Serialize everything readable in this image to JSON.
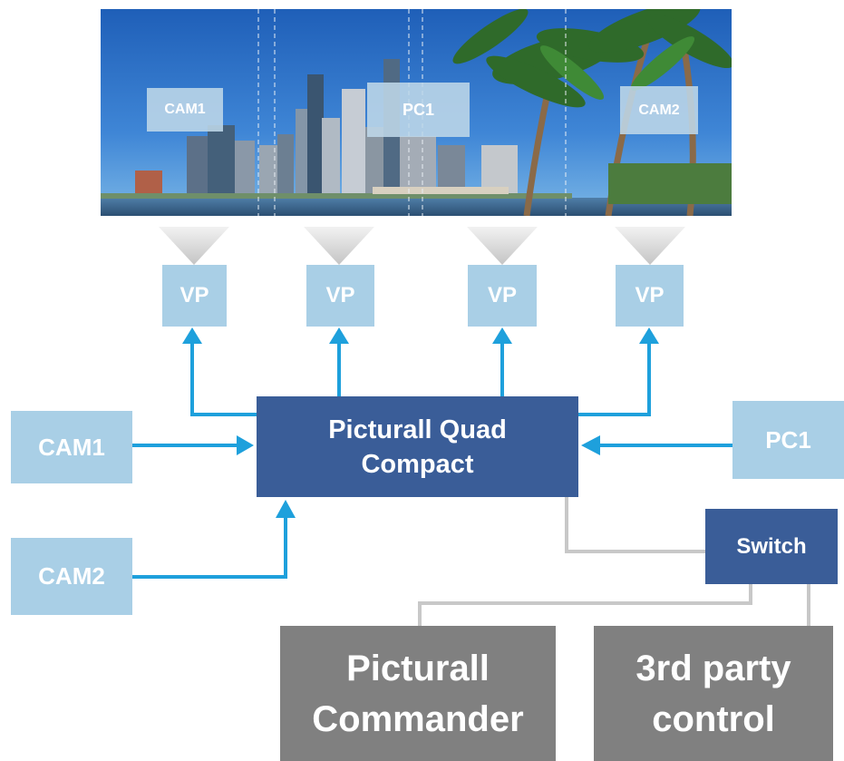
{
  "panorama": {
    "labels": [
      "CAM1",
      "PC1",
      "CAM2"
    ]
  },
  "vp": {
    "labels": [
      "VP",
      "VP",
      "VP",
      "VP"
    ]
  },
  "sources": {
    "cam1": "CAM1",
    "cam2": "CAM2",
    "pc1": "PC1"
  },
  "server": {
    "line1": "Picturall Quad",
    "line2": "Compact"
  },
  "switch": {
    "label": "Switch"
  },
  "controllers": {
    "commander_line1": "Picturall",
    "commander_line2": "Commander",
    "third_party_line1": "3rd party",
    "third_party_line2": "control"
  },
  "colors": {
    "light_box": "#a9cfe6",
    "dark_box": "#3a5d98",
    "grey_box": "#808080",
    "arrow": "#1ea0dc",
    "connector": "#c8c8c8"
  }
}
